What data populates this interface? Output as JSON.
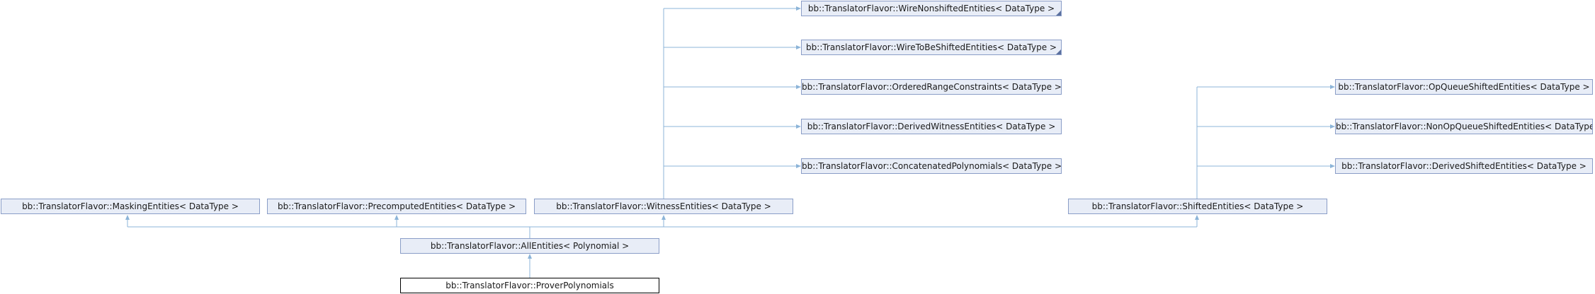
{
  "diagram": {
    "nodes": {
      "wire_nonshifted": "bb::TranslatorFlavor::WireNonshiftedEntities< DataType >",
      "wire_to_be_shifted": "bb::TranslatorFlavor::WireToBeShiftedEntities< DataType >",
      "ordered_range": "bb::TranslatorFlavor::OrderedRangeConstraints< DataType >",
      "derived_witness": "bb::TranslatorFlavor::DerivedWitnessEntities< DataType >",
      "concatenated": "bb::TranslatorFlavor::ConcatenatedPolynomials< DataType >",
      "op_queue_shifted": "bb::TranslatorFlavor::OpQueueShiftedEntities< DataType >",
      "non_op_queue_shifted": "bb::TranslatorFlavor::NonOpQueueShiftedEntities< DataType >",
      "derived_shifted": "bb::TranslatorFlavor::DerivedShiftedEntities< DataType >",
      "masking": "bb::TranslatorFlavor::MaskingEntities< DataType >",
      "precomputed": "bb::TranslatorFlavor::PrecomputedEntities< DataType >",
      "witness": "bb::TranslatorFlavor::WitnessEntities< DataType >",
      "shifted": "bb::TranslatorFlavor::ShiftedEntities< DataType >",
      "all_entities": "bb::TranslatorFlavor::AllEntities< Polynomial >",
      "prover_polynomials": "bb::TranslatorFlavor::ProverPolynomials"
    },
    "current_node": "prover_polynomials",
    "colors": {
      "node_fill": "#e8edf7",
      "node_border": "#8a9dc7",
      "edge": "#8cb4d8",
      "current_border": "#000000"
    }
  }
}
